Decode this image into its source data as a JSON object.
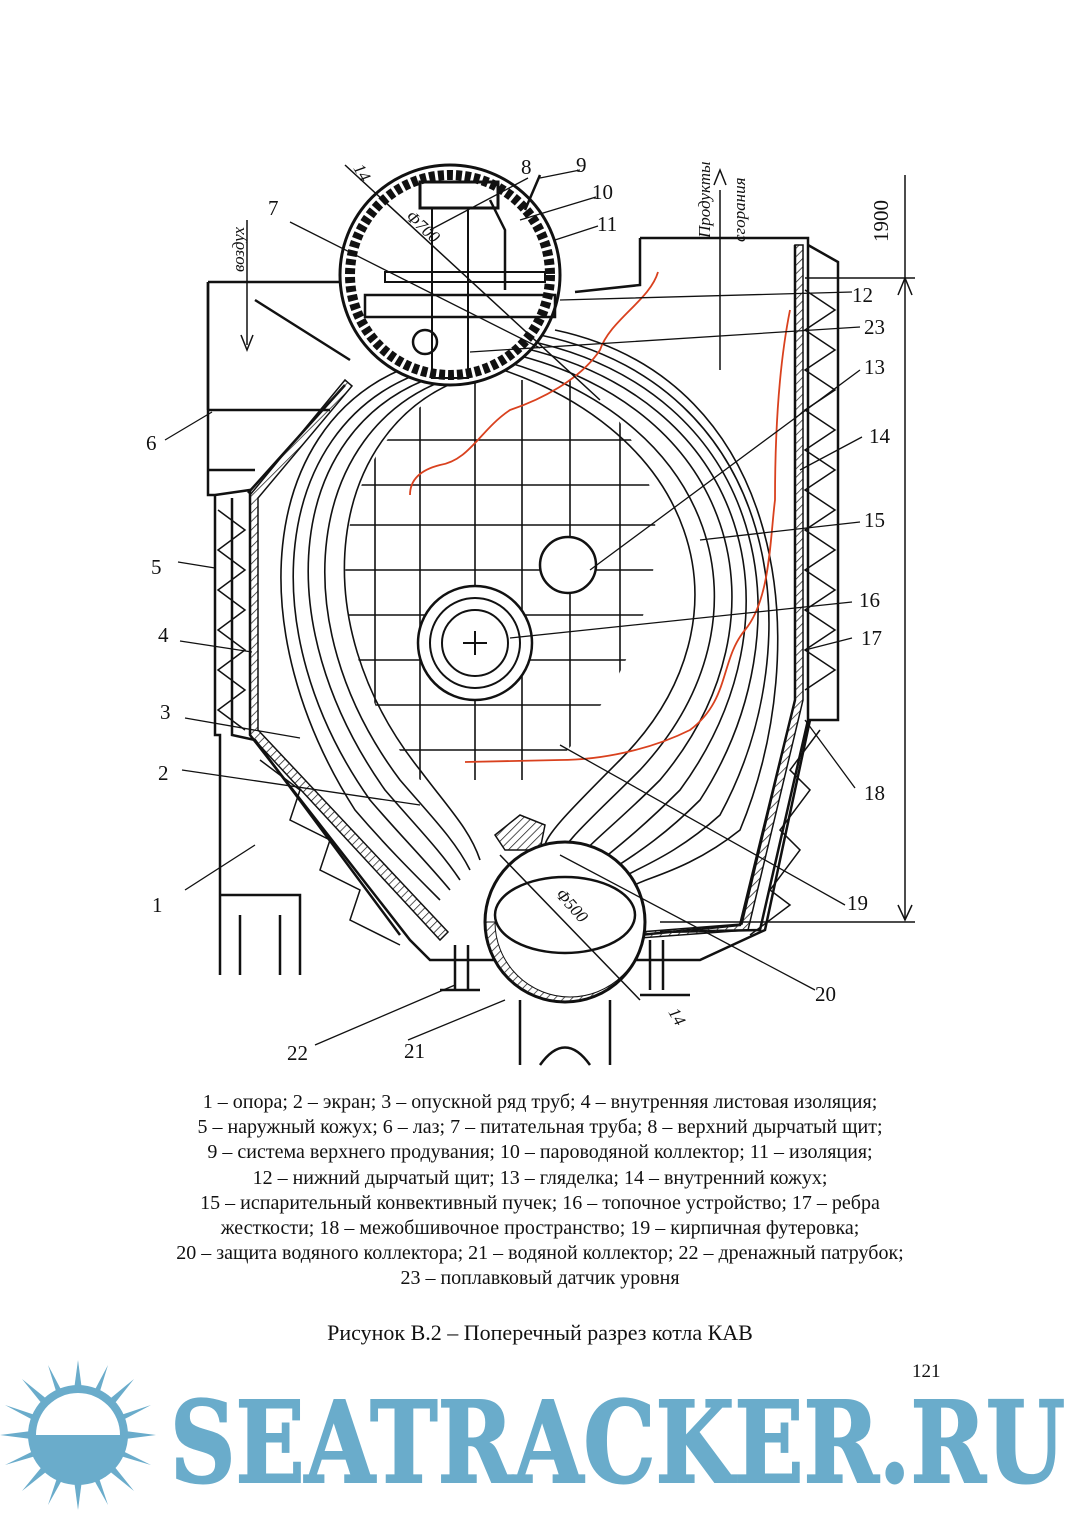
{
  "figure": {
    "labels": {
      "n1": "1",
      "n2": "2",
      "n3": "3",
      "n4": "4",
      "n5": "5",
      "n6": "6",
      "n7": "7",
      "n8": "8",
      "n9": "9",
      "n10": "10",
      "n11": "11",
      "n12": "12",
      "n13": "13",
      "n14": "14",
      "n15": "15",
      "n16": "16",
      "n17": "17",
      "n18": "18",
      "n19": "19",
      "n20": "20",
      "n21": "21",
      "n22": "22",
      "n23": "23"
    },
    "annotations": {
      "air": "воздух",
      "products_1": "Продукты",
      "products_2": "сгорания",
      "dim_1900": "1900",
      "top_diam": "Φ700",
      "top_wall": "14",
      "bottom_diam": "Φ500",
      "bottom_wall": "14"
    }
  },
  "legend": [
    "1 – опора; 2 – экран; 3 – опускной ряд труб; 4 – внутренняя листовая изоляция;",
    "5 – наружный кожух; 6 – лаз; 7 – питательная труба; 8 – верхний дырчатый щит;",
    "9 – система верхнего продувания; 10 – пароводяной коллектор; 11 – изоляция;",
    "12 – нижний дырчатый щит; 13 – гляделка; 14 – внутренний кожух;",
    "15 – испарительный конвективный пучек; 16 – топочное устройство; 17 – ребра",
    "жесткости; 18 – межобшивочное пространство; 19 – кирпичная футеровка;",
    "20 – защита водяного коллектора; 21 – водяной коллектор; 22 – дренажный патрубок;",
    "23 – поплавковый датчик уровня"
  ],
  "caption": "Рисунок В.2 – Поперечный разрез котла КАВ",
  "page_number": "121",
  "watermark": {
    "text": "SEATRACKER.RU",
    "color": "#6aaccb"
  }
}
